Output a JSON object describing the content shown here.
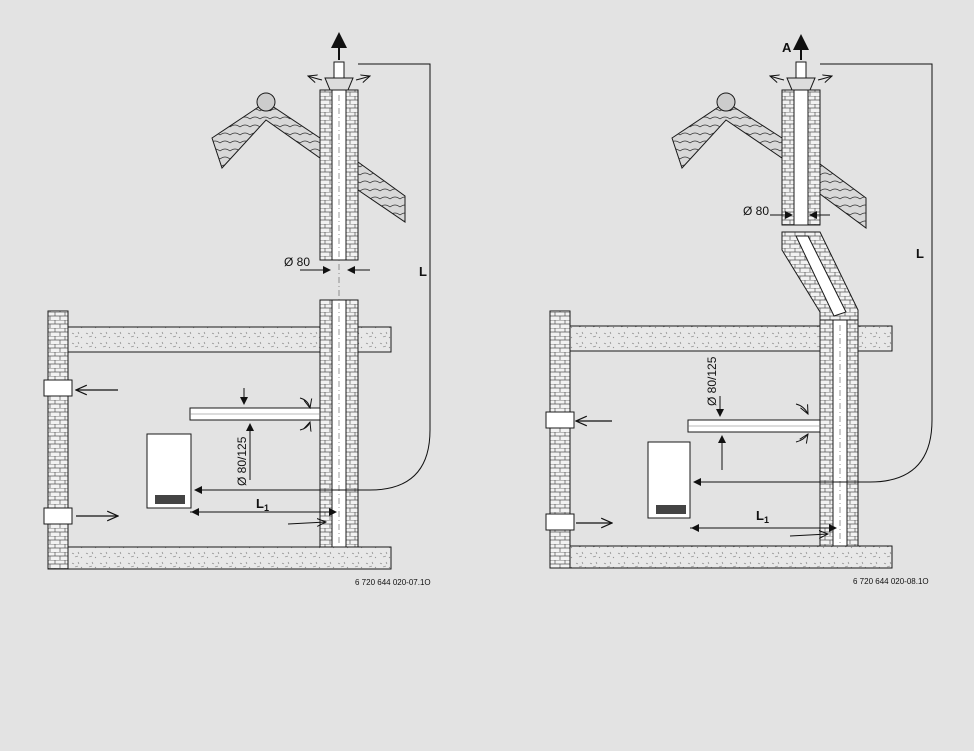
{
  "colors": {
    "background": "#e3e3e3",
    "line": "#1a1a1a",
    "concrete": "#e8e8e8",
    "brick": "#f2f2f2",
    "boiler_panel": "#444444"
  },
  "diagram_left": {
    "pipe_diameter_label": "Ø 80",
    "coaxial_label": "Ø 80/125",
    "length_label": "L",
    "horizontal_length_label": "L",
    "horizontal_length_sub": "1",
    "figure_code": "6 720 644 020-07.1O"
  },
  "diagram_right": {
    "outlet_label": "A",
    "pipe_diameter_label": "Ø 80",
    "coaxial_label": "Ø 80/125",
    "length_label": "L",
    "horizontal_length_label": "L",
    "horizontal_length_sub": "1",
    "figure_code": "6 720 644 020-08.1O"
  }
}
